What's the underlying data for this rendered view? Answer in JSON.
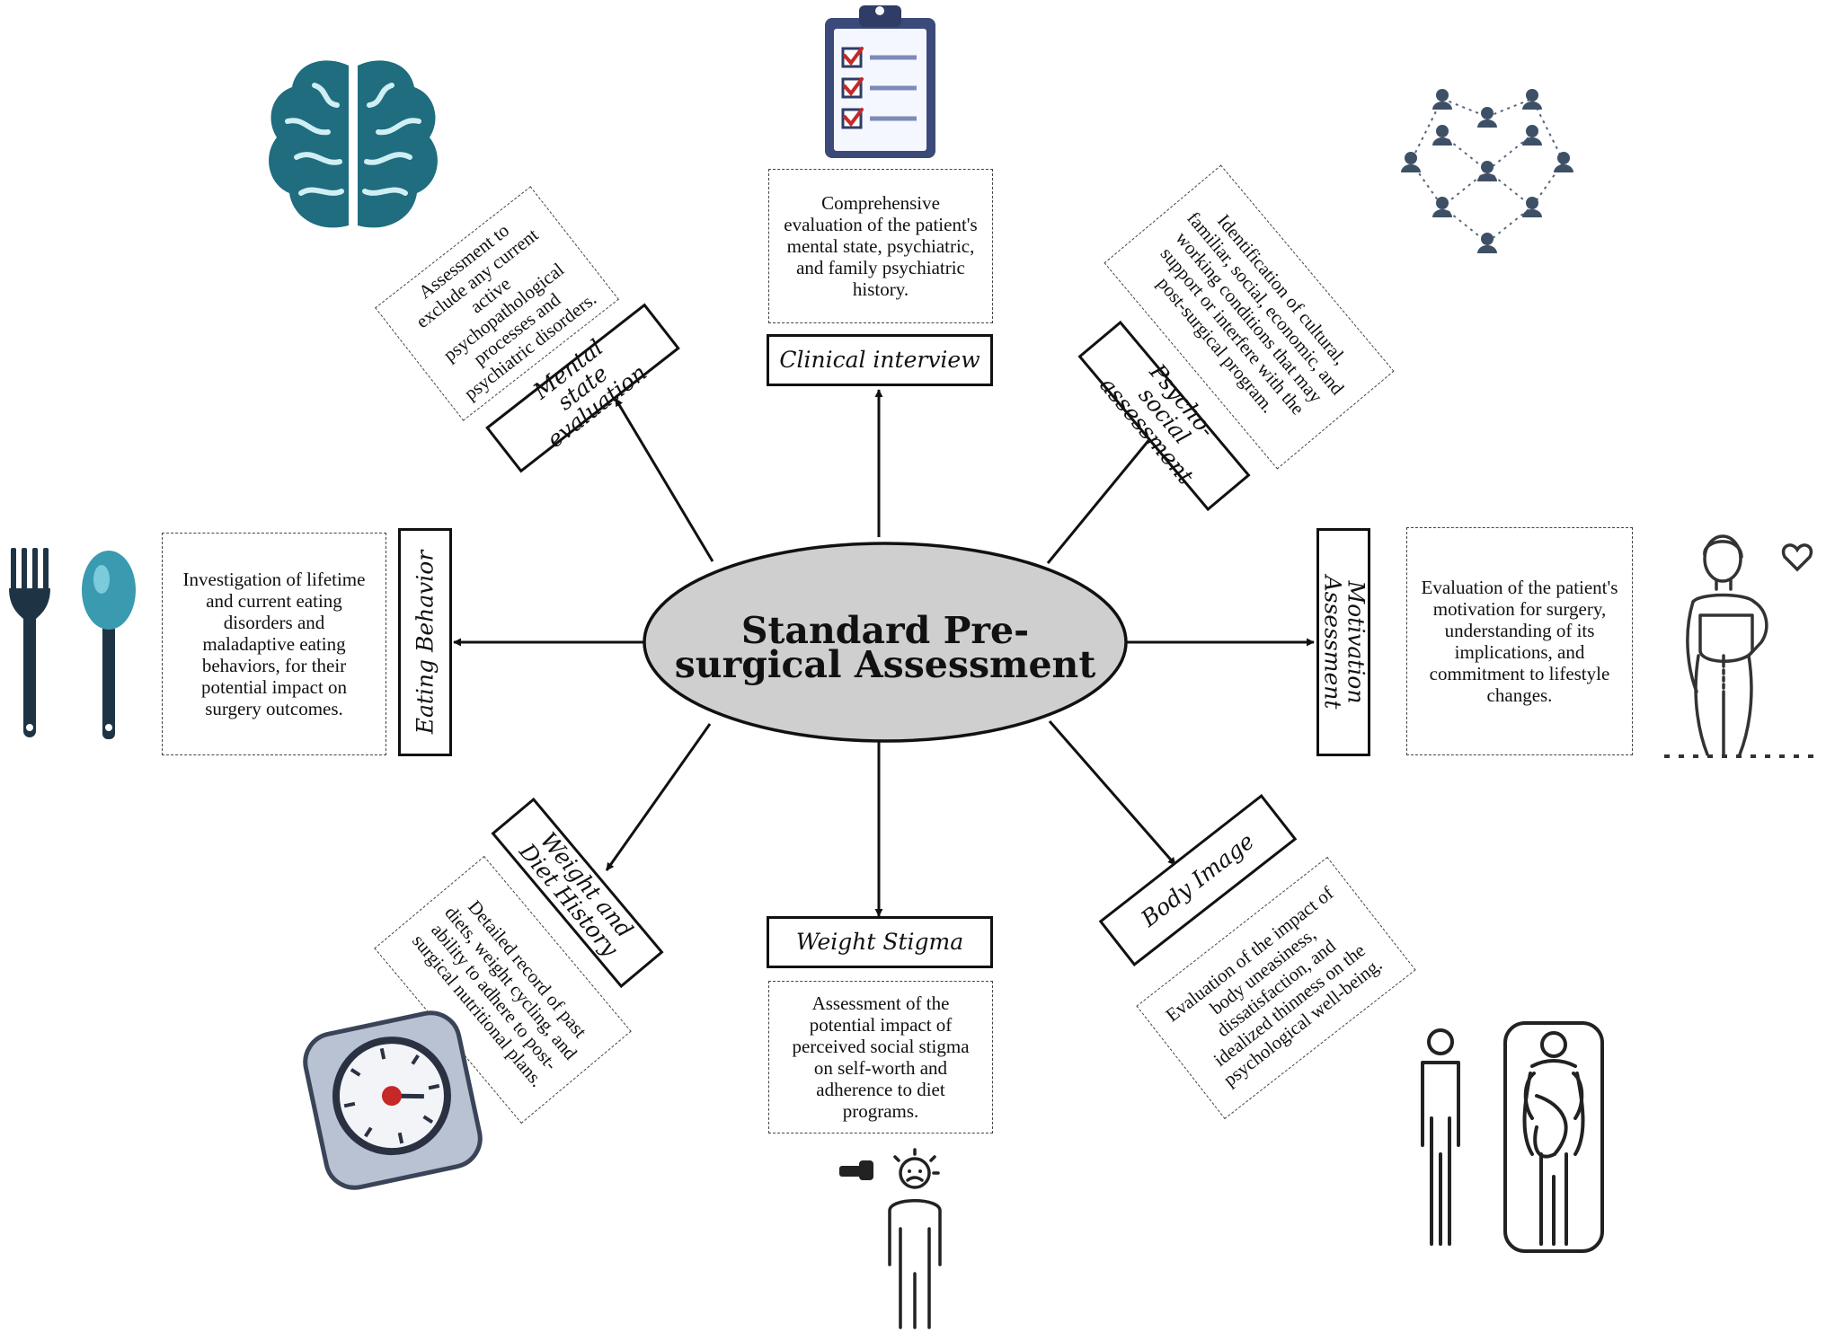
{
  "title": "Standard Pre-surgical Assessment",
  "colors": {
    "brain": "#1f6d7f",
    "oval_fill": "#cfcfcf",
    "spoon": "#3a9ab0",
    "check_red": "#c62828",
    "line": "#111111"
  },
  "nodes": [
    {
      "id": "mental",
      "label": "Mental state evaluation",
      "description": "Assessment to exclude any current active psychopathological processes and psychiatric disorders.",
      "icon": "brain-icon"
    },
    {
      "id": "clinical",
      "label": "Clinical interview",
      "description": "Comprehensive evaluation of the patient's mental state, psychiatric, and family psychiatric history.",
      "icon": "clipboard-checklist-icon"
    },
    {
      "id": "psychosocial",
      "label": "Psycho-social assessment",
      "description": "Identification of cultural, familiar, social, economic, and working conditions that may support or interfere with the post-surgical program.",
      "icon": "social-network-icon"
    },
    {
      "id": "eating",
      "label": "Eating Behavior",
      "description": "Investigation of lifetime and current eating disorders and maladaptive eating behaviors, for their potential impact on surgery outcomes.",
      "icon": "fork-spoon-icon"
    },
    {
      "id": "motivation",
      "label": "Motivation Assessment",
      "description": "Evaluation of the patient's motivation for surgery, understanding of its implications, and commitment to lifestyle changes.",
      "icon": "woman-measuring-waist-icon"
    },
    {
      "id": "weight_diet",
      "label": "Weight and Diet History",
      "description": "Detailed record of past diets, weight cycling, and ability to adhere to post-surgical nutritional plans.",
      "icon": "weighing-scale-icon"
    },
    {
      "id": "stigma",
      "label": "Weight Stigma",
      "description": "Assessment of the potential impact of perceived social stigma on self-worth and adherence to diet programs.",
      "icon": "pointed-at-person-icon"
    },
    {
      "id": "body_image",
      "label": "Body Image",
      "description": "Evaluation of the impact of body uneasiness, dissatisfaction, and idealized thinness on the psychological well-being.",
      "icon": "body-mirror-icon"
    }
  ]
}
